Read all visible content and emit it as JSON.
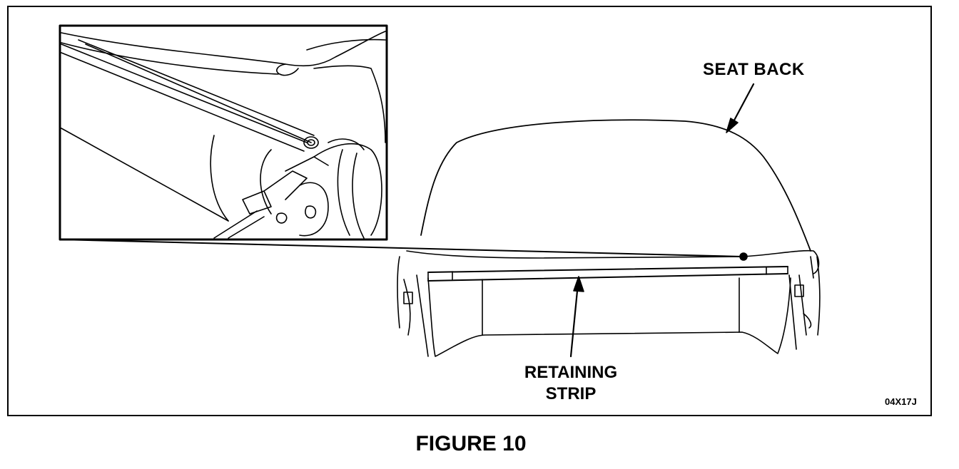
{
  "figure": {
    "caption": "FIGURE 10",
    "code": "04X17J",
    "labels": {
      "seat_back": "SEAT BACK",
      "retaining_line1": "RETAINING",
      "retaining_line2": "STRIP"
    },
    "colors": {
      "line": "#000000",
      "background": "#ffffff"
    }
  }
}
